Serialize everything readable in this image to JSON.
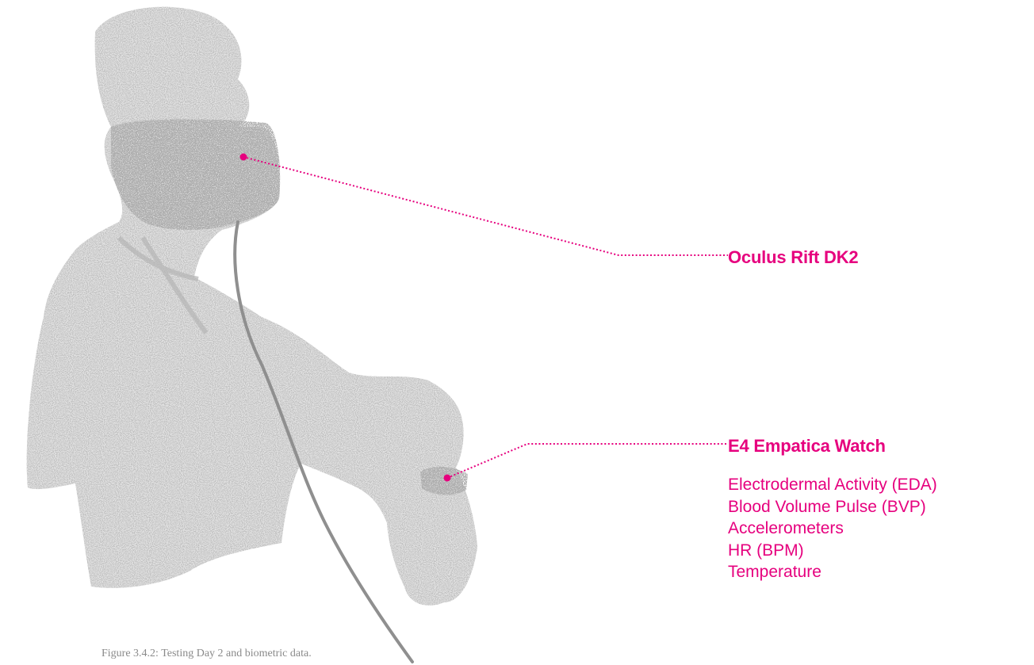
{
  "accent_color": "#e6007e",
  "figure_color": "#8f8f8f",
  "annotations": {
    "headset": {
      "label": "Oculus Rift DK2"
    },
    "watch": {
      "label": "E4 Empatica Watch",
      "measurements": [
        "Electrodermal Activity (EDA)",
        "Blood Volume Pulse (BVP)",
        "Accelerometers",
        "HR (BPM)",
        "Temperature"
      ]
    }
  },
  "caption": "Figure 3.4.2: Testing Day 2 and biometric data."
}
